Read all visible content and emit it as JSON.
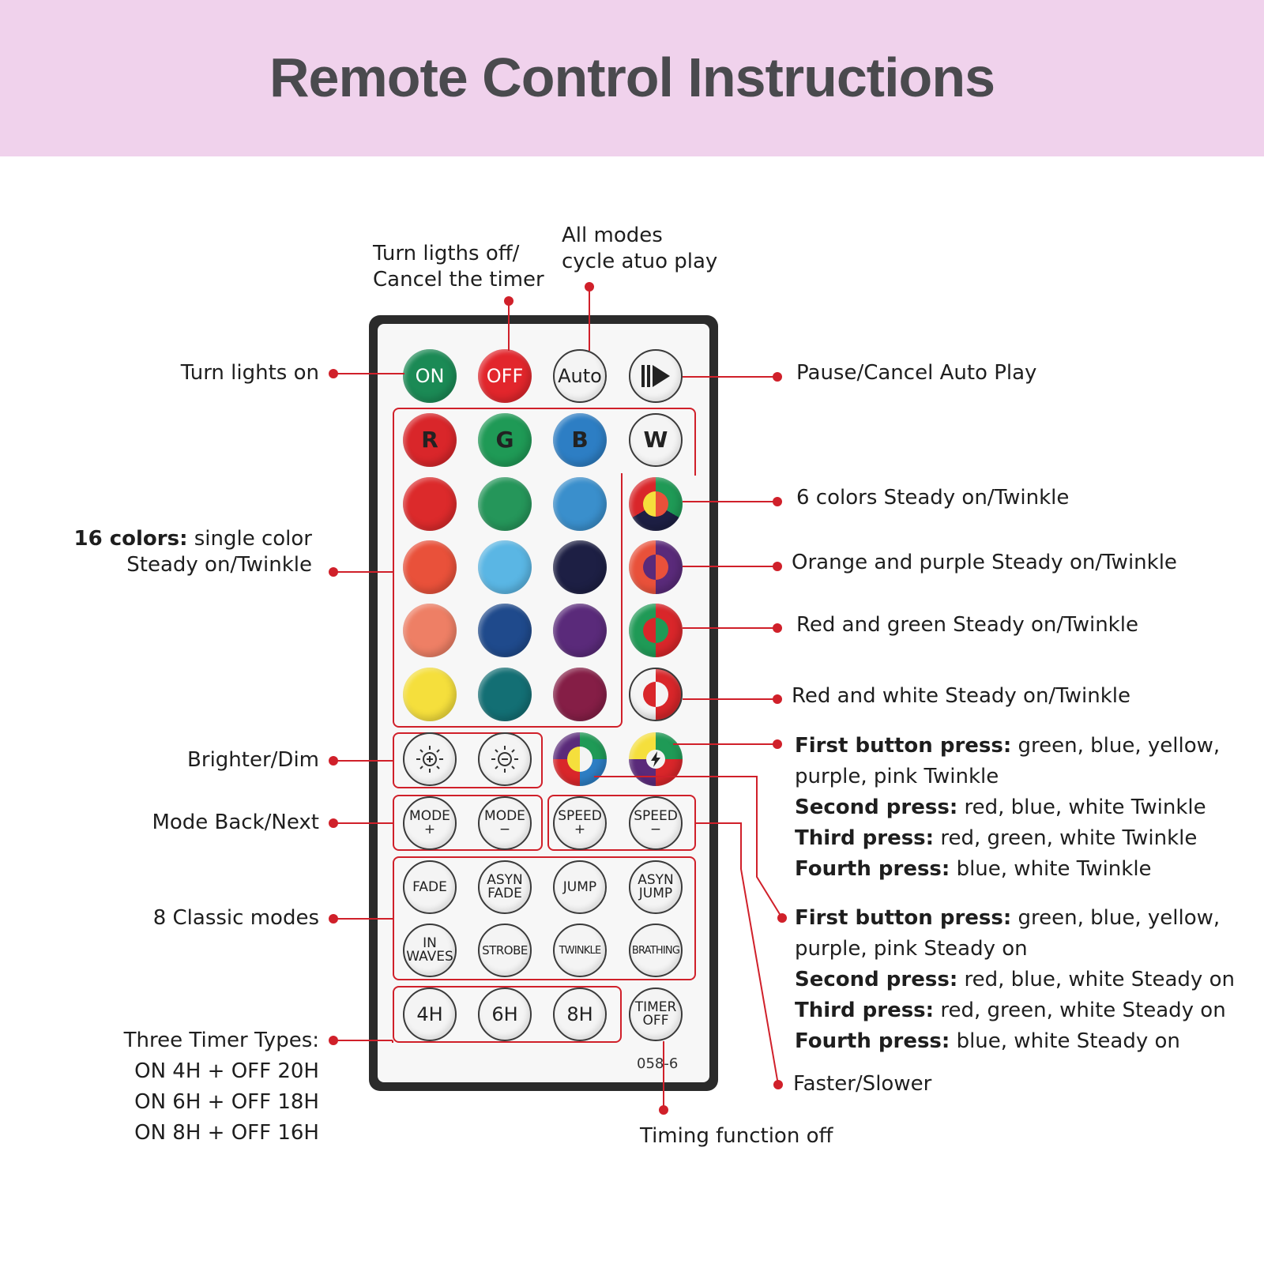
{
  "header": {
    "title": "Remote Control Instructions",
    "background_color": "#f0d2ec"
  },
  "accent_color": "#d0202a",
  "remote": {
    "model_code": "058-6",
    "row_power": [
      {
        "label": "ON",
        "color": "#1b8a55"
      },
      {
        "label": "OFF",
        "color": "#e2262c"
      },
      {
        "label": "Auto",
        "color": "#f4f4f4"
      },
      {
        "label": "",
        "icon": "play-pause-icon",
        "color": "#f4f4f4"
      }
    ],
    "row_rgbw": [
      {
        "label": "R",
        "color": "#d9262a"
      },
      {
        "label": "G",
        "color": "#1f9a56"
      },
      {
        "label": "B",
        "color": "#2d7ec4"
      },
      {
        "label": "W",
        "color": "#f4f4f4"
      }
    ],
    "color_grid": [
      [
        "#dc2a2b",
        "#25965a",
        "#3a8fcc"
      ],
      [
        "#e9513a",
        "#5ab6e4",
        "#1d1f44"
      ],
      [
        "#ee7f65",
        "#1f4a8c",
        "#5a2a7a"
      ],
      [
        "#f5df3c",
        "#136f74",
        "#851e46"
      ]
    ],
    "multi_color_buttons": [
      {
        "name": "six-colors",
        "icon": "multicolor-icon"
      },
      {
        "name": "orange-purple",
        "icon": "orange-purple-icon"
      },
      {
        "name": "red-green",
        "icon": "red-green-icon"
      },
      {
        "name": "red-white",
        "icon": "red-white-icon"
      }
    ],
    "brightness_buttons": [
      {
        "icon": "brightness-up-icon"
      },
      {
        "icon": "brightness-down-icon"
      }
    ],
    "multi_press_buttons": [
      {
        "icon": "multicolor-steady-icon"
      },
      {
        "icon": "multicolor-flash-icon"
      }
    ],
    "mode_buttons": [
      "MODE\n+",
      "MODE\n−"
    ],
    "speed_buttons": [
      "SPEED\n+",
      "SPEED\n−"
    ],
    "classic_modes": [
      "FADE",
      "ASYN\nFADE",
      "JUMP",
      "ASYN\nJUMP",
      "IN\nWAVES",
      "STROBE",
      "TWINKLE",
      "BRATHING"
    ],
    "timer_buttons": [
      "4H",
      "6H",
      "8H"
    ],
    "timer_off_button": "TIMER\nOFF"
  },
  "annotations": {
    "turn_off": [
      "Turn ligths off/",
      "Cancel the timer"
    ],
    "auto": [
      "All modes",
      "cycle atuo play"
    ],
    "turn_on": "Turn lights on",
    "pause": "Pause/Cancel Auto Play",
    "colors16_bold": "16 colors:",
    "colors16_rest": " single color",
    "colors16_line2": "Steady on/Twinkle",
    "six_colors": "6 colors Steady on/Twinkle",
    "orange_purple": "Orange and purple Steady on/Twinkle",
    "red_green": "Red and green Steady on/Twinkle",
    "red_white": "Red and white Steady on/Twinkle",
    "brighter_dim": "Brighter/Dim",
    "mode_back_next": "Mode Back/Next",
    "classic_modes": "8 Classic modes",
    "timer_types": [
      "Three Timer Types:",
      "ON 4H + OFF 20H",
      "ON 6H + OFF 18H",
      "ON 8H + OFF 16H"
    ],
    "timing_off": "Timing function off",
    "faster_slower": "Faster/Slower",
    "twinkle_group": {
      "first_bold": "First button press:",
      "first_rest": " green, blue, yellow,",
      "first_line2": "purple, pink Twinkle",
      "second_bold": "Second press:",
      "second_rest": " red, blue, white Twinkle",
      "third_bold": "Third press:",
      "third_rest": " red, green, white Twinkle",
      "fourth_bold": "Fourth press:",
      "fourth_rest": " blue, white Twinkle"
    },
    "steady_group": {
      "first_bold": "First button press:",
      "first_rest": " green, blue, yellow,",
      "first_line2": "purple, pink Steady on",
      "second_bold": "Second press:",
      "second_rest": " red, blue, white Steady on",
      "third_bold": "Third press:",
      "third_rest": " red, green, white Steady on",
      "fourth_bold": "Fourth press:",
      "fourth_rest": " blue, white Steady on"
    }
  }
}
